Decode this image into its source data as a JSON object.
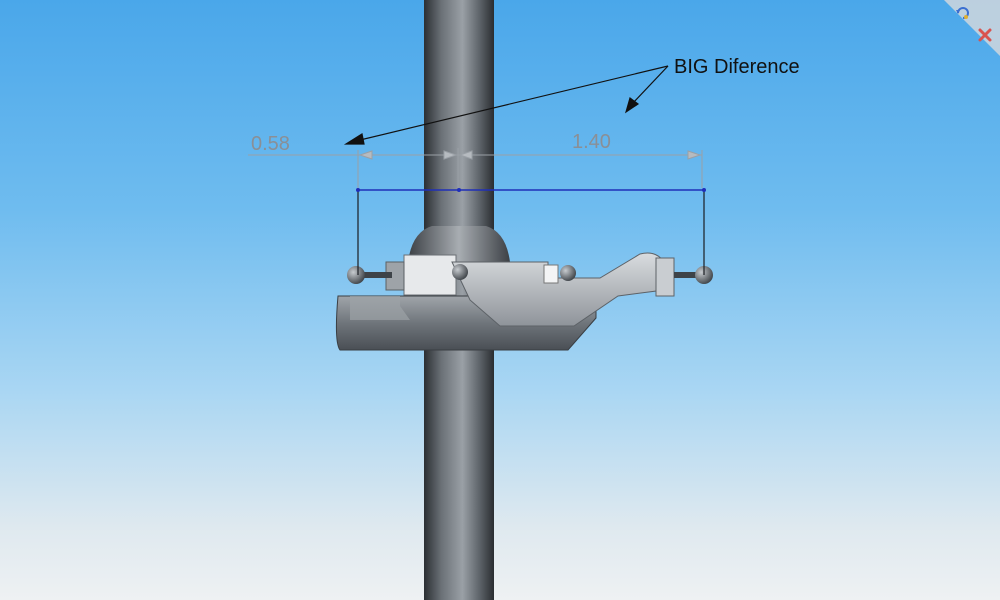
{
  "annotation": {
    "note": "BIG Diference"
  },
  "dimensions": {
    "left_value": "0.58",
    "right_value": "1.40"
  },
  "corner_widget": {
    "icons": [
      "rebuild-icon",
      "close-icon"
    ],
    "close_color": "#d9534f",
    "rebuild_color": "#3b6fd1"
  },
  "colors": {
    "sketch_line": "#1f2fb8",
    "dimension_line": "#9aa0a6"
  }
}
